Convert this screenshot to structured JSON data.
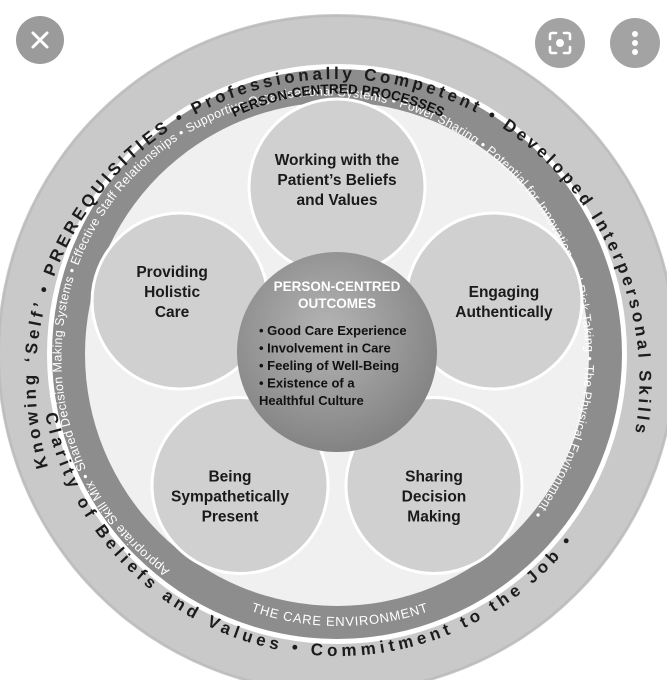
{
  "outer_ring": {
    "top_text": "Knowing ‘Self’ • PREREQUISITIES • Professionally Competent • Developed Interpersonal Skills",
    "bottom_text": "Clarity of Beliefs and Values • Commitment to the Job •"
  },
  "environment_ring": {
    "arc_text": "Appropriate Skill Mix • Shared Decision Making Systems • Effective Staff Relationships • Supportive Organisational Systems • Power Sharing • Potential for Innovation and Risk Taking • The Physical Environment •",
    "label": "THE CARE ENVIRONMENT"
  },
  "processes": {
    "label": "PERSON-CENTRED PROCESSES",
    "petals": [
      {
        "lines": [
          "Working with the",
          "Patient’s Beliefs",
          "and Values"
        ]
      },
      {
        "lines": [
          "Engaging",
          "Authentically"
        ]
      },
      {
        "lines": [
          "Sharing",
          "Decision",
          "Making"
        ]
      },
      {
        "lines": [
          "Being",
          "Sympathetically",
          "Present"
        ]
      },
      {
        "lines": [
          "Providing",
          "Holistic",
          "Care"
        ]
      }
    ]
  },
  "outcomes": {
    "title_lines": [
      "PERSON-CENTRED",
      "OUTCOMES"
    ],
    "items": [
      "• Good Care Experience",
      "• Involvement in Care",
      "• Feeling of Well-Being",
      "• Existence of a",
      "   Healthful Culture"
    ]
  },
  "controls": {
    "close": "close-icon",
    "lens": "lens-icon",
    "more": "more-vertical-icon"
  },
  "colors": {
    "outer_ring": "#cdcdcd",
    "middle_ring": "#8f8f8f",
    "inner_area": "#efefef",
    "petal": "#d0d0d0",
    "center": "#9a9a9a",
    "text_dark": "#1a1a1a",
    "text_light": "#ffffff"
  }
}
